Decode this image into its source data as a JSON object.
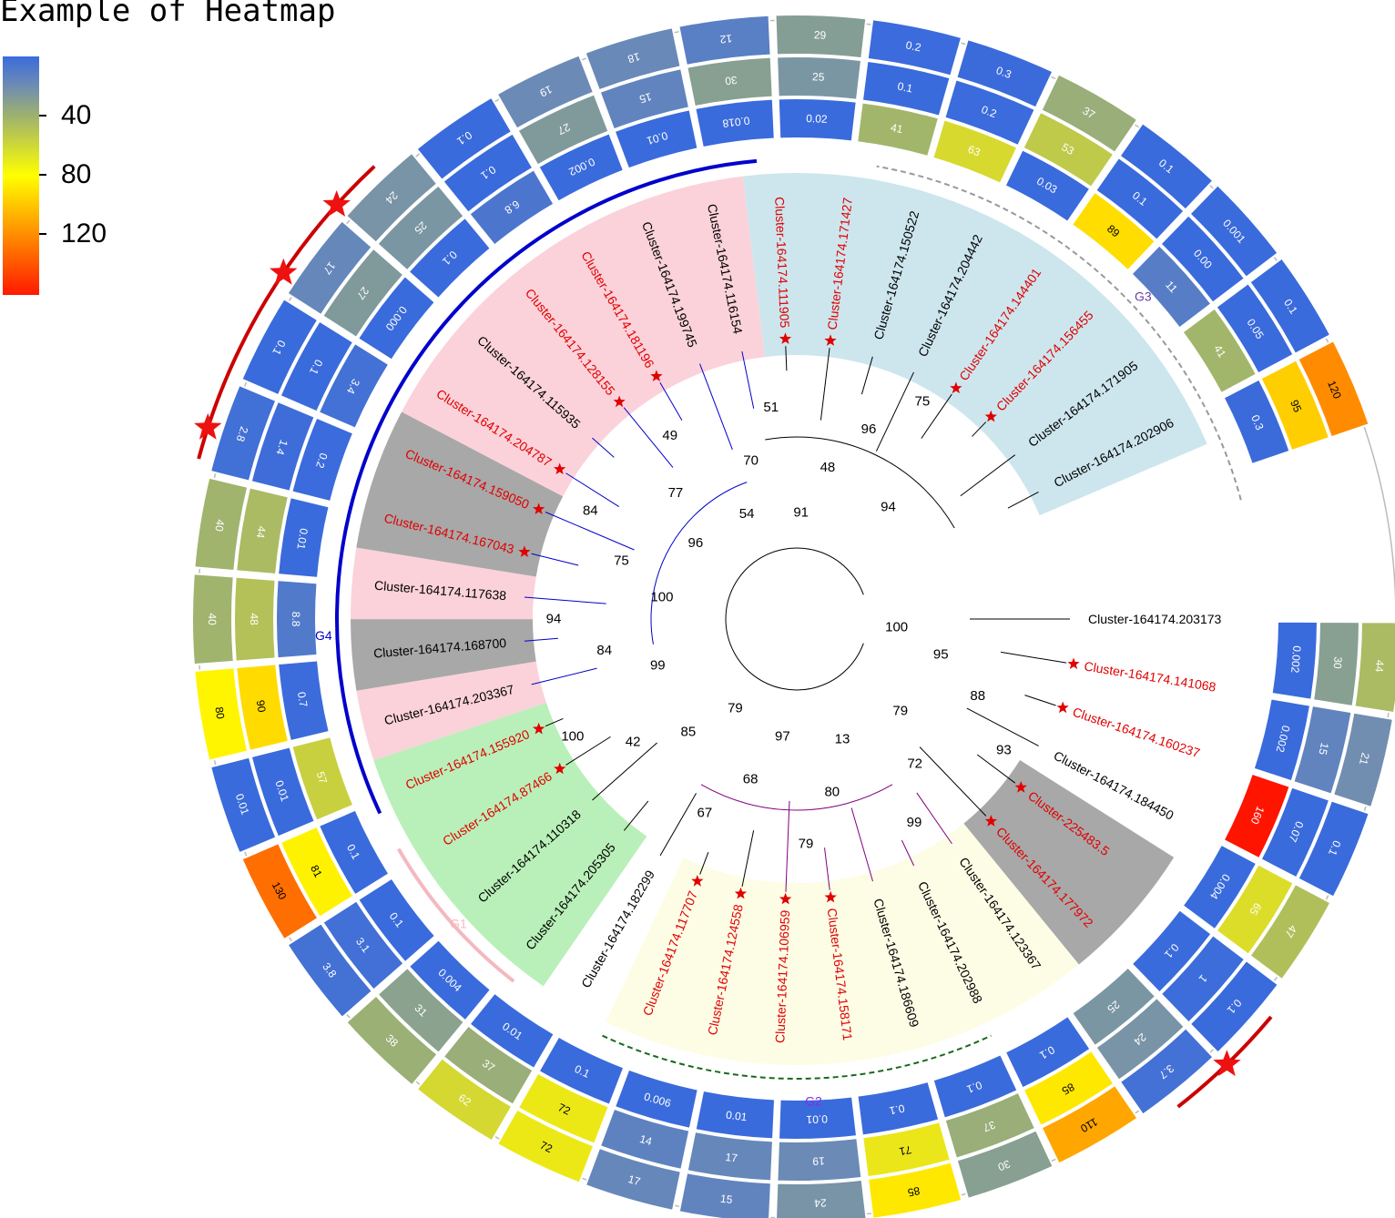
{
  "title": "Example of Heatmap",
  "legend": {
    "ticks": [
      "40",
      "80",
      "120"
    ]
  },
  "colors": {
    "low": "#3c66dc",
    "mid_low": "#7a9aa0",
    "mid": "#aab860",
    "yellow": "#ffff00",
    "orange": "#ff8c00",
    "high": "#ff1a00",
    "highlight_label": "#e00000",
    "normal_label": "#000000",
    "clade_G4": "#0000cc",
    "clade_G2": "#800080"
  },
  "groups": [
    {
      "name": "G1",
      "color": "#f4b8c0"
    },
    {
      "name": "G2",
      "color": "#8a2be2"
    },
    {
      "name": "G3",
      "color": "#6a3fa0"
    },
    {
      "name": "G4",
      "color": "#0000cc"
    }
  ],
  "leaves": [
    {
      "label": "Cluster-164174.203173",
      "red": false
    },
    {
      "label": "Cluster-164174.141068",
      "red": true
    },
    {
      "label": "Cluster-164174.160237",
      "red": true
    },
    {
      "label": "Cluster-164174.184450",
      "red": false
    },
    {
      "label": "Cluster-225483.5",
      "red": true
    },
    {
      "label": "Cluster-164174.177972",
      "red": true
    },
    {
      "label": "Cluster-164174.123367",
      "red": false
    },
    {
      "label": "Cluster-164174.202988",
      "red": false
    },
    {
      "label": "Cluster-164174.186609",
      "red": false
    },
    {
      "label": "Cluster-164174.158171",
      "red": true
    },
    {
      "label": "Cluster-164174.106959",
      "red": true
    },
    {
      "label": "Cluster-164174.124558",
      "red": true
    },
    {
      "label": "Cluster-164174.117707",
      "red": true
    },
    {
      "label": "Cluster-164174.182299",
      "red": false
    },
    {
      "label": "Cluster-164174.205305",
      "red": false
    },
    {
      "label": "Cluster-164174.110318",
      "red": false
    },
    {
      "label": "Cluster-164174.87466",
      "red": true
    },
    {
      "label": "Cluster-164174.155920",
      "red": true
    },
    {
      "label": "Cluster-164174.203367",
      "red": false
    },
    {
      "label": "Cluster-164174.168700",
      "red": false
    },
    {
      "label": "Cluster-164174.117638",
      "red": false
    },
    {
      "label": "Cluster-164174.167043",
      "red": true
    },
    {
      "label": "Cluster-164174.159050",
      "red": true
    },
    {
      "label": "Cluster-164174.204787",
      "red": true
    },
    {
      "label": "Cluster-164174.115935",
      "red": false
    },
    {
      "label": "Cluster-164174.128155",
      "red": true
    },
    {
      "label": "Cluster-164174.181196",
      "red": true
    },
    {
      "label": "Cluster-164174.199745",
      "red": false
    },
    {
      "label": "Cluster-164174.116154",
      "red": false
    },
    {
      "label": "Cluster-164174.111905",
      "red": true
    },
    {
      "label": "Cluster-164174.171427",
      "red": true
    },
    {
      "label": "Cluster-164174.150522",
      "red": false
    },
    {
      "label": "Cluster-164174.204442",
      "red": false
    },
    {
      "label": "Cluster-164174.144401",
      "red": true
    },
    {
      "label": "Cluster-164174.156455",
      "red": true
    },
    {
      "label": "Cluster-164174.171905",
      "red": false
    },
    {
      "label": "Cluster-164174.202906",
      "red": false
    }
  ],
  "heat_cells": [
    [
      "0.002",
      "30",
      "44"
    ],
    [
      "0.002",
      "15",
      "21"
    ],
    [
      "160",
      "0.07",
      "0.1"
    ],
    [
      "0.004",
      "65",
      "47"
    ],
    [
      "0.1",
      "1",
      "0.1"
    ],
    [
      "25",
      "24",
      "3.7"
    ],
    [
      "0.1",
      "85",
      "110"
    ],
    [
      "0.1",
      "37",
      "30"
    ],
    [
      "0.1",
      "71",
      "85"
    ],
    [
      "0.01",
      "19",
      "24"
    ],
    [
      "0.01",
      "17",
      "15"
    ],
    [
      "0.006",
      "14",
      "17"
    ],
    [
      "0.1",
      "72",
      "72"
    ],
    [
      "0.01",
      "37",
      "62"
    ],
    [
      "0.004",
      "31",
      "38"
    ],
    [
      "0.1",
      "3.1",
      "3.8"
    ],
    [
      "0.1",
      "81",
      "130"
    ],
    [
      "57",
      "0.01",
      "0.01"
    ],
    [
      "0.7",
      "90",
      "80"
    ],
    [
      "8.8",
      "48",
      "40"
    ],
    [
      "0.01",
      "44",
      "40"
    ],
    [
      "0.2",
      "1.4",
      "2.8"
    ],
    [
      "3.4",
      "0.1",
      "0.1"
    ],
    [
      "0.000",
      "27",
      "17"
    ],
    [
      "0.1",
      "25",
      "24"
    ],
    [
      "6.8",
      "0.1",
      "0.1"
    ],
    [
      "0.002",
      "27",
      "19"
    ],
    [
      "0.01",
      "15",
      "18"
    ],
    [
      "0.018",
      "30",
      "12"
    ],
    [
      "0.02",
      "25",
      "29"
    ],
    [
      "41",
      "0.1",
      "0.2"
    ],
    [
      "63",
      "0.2",
      "0.3"
    ],
    [
      "0.03",
      "53",
      "37"
    ],
    [
      "89",
      "0.1",
      "0.1"
    ],
    [
      "11",
      "0.00",
      "0.001"
    ],
    [
      "41",
      "0.05",
      "0.1"
    ],
    [
      "0.3",
      "95",
      "120"
    ]
  ],
  "bootstrap": [
    "100",
    "95",
    "88",
    "93",
    "79",
    "72",
    "99",
    "13",
    "80",
    "79",
    "97",
    "68",
    "67",
    "79",
    "85",
    "42",
    "100",
    "99",
    "84",
    "94",
    "100",
    "75",
    "84",
    "96",
    "77",
    "49",
    "54",
    "70",
    "51",
    "91",
    "48",
    "96",
    "75",
    "94"
  ]
}
